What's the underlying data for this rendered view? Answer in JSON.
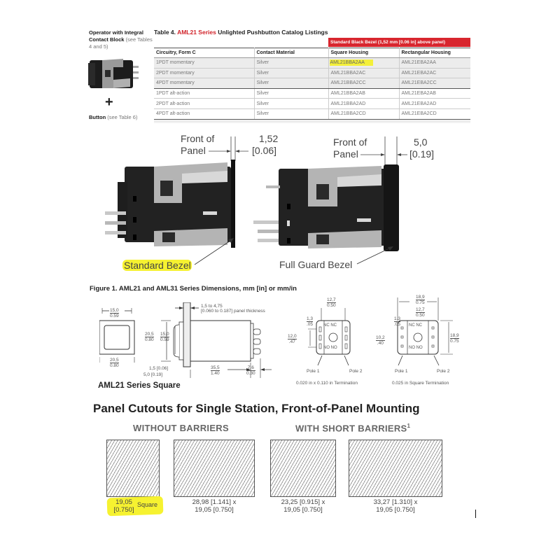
{
  "operator": {
    "title_bold": "Operator with Integral Contact Block",
    "title_light": " (see Tables 4 and 5)",
    "plus": "+",
    "button_bold": "Button",
    "button_light": " (see Table 6)"
  },
  "table": {
    "title_prefix": "Table 4. ",
    "title_series": "AML21 Series",
    "title_suffix": " Unlighted Pushbutton Catalog Listings",
    "group_header": "Standard Black Bezel (1,52 mm [0.06 in] above panel)",
    "columns": [
      "Circuitry, Form C",
      "Contact Material",
      "Square Housing",
      "Rectangular Housing"
    ],
    "rows": [
      [
        "1PDT momentary",
        "Silver",
        "AML21BBA2AA",
        "AML21EBA2AA"
      ],
      [
        "2PDT momentary",
        "Silver",
        "AML21BBA2AC",
        "AML21EBA2AC"
      ],
      [
        "4PDT momentary",
        "Silver",
        "AML21BBA2CC",
        "AML21EBA2CC"
      ],
      [
        "1PDT alt-action",
        "Silver",
        "AML21BBA2AB",
        "AML21EBA2AB"
      ],
      [
        "2PDT alt-action",
        "Silver",
        "AML21BBA2AD",
        "AML21EBA2AD"
      ],
      [
        "4PDT alt-action",
        "Silver",
        "AML21BBA2CD",
        "AML21EBA2CD"
      ]
    ],
    "highlighted_cell": "AML21BBA2AA",
    "accent_color": "#d8262e",
    "highlight_color": "#f4f03a"
  },
  "photos": {
    "left": {
      "front_label_1": "Front of",
      "front_label_2": "Panel",
      "dim_mm": "1,52",
      "dim_in": "[0.06]",
      "bezel_label": "Standard Bezel"
    },
    "right": {
      "front_label_1": "Front of",
      "front_label_2": "Panel",
      "dim_mm": "5,0",
      "dim_in": "[0.19]",
      "bezel_label": "Full Guard Bezel"
    }
  },
  "figure": {
    "title": "Figure 1. AML21 and AML31 Series Dimensions, mm [in] or mm/in",
    "series_label": "AML21 Series Square",
    "front_view": {
      "top_mm": "15,0",
      "top_in": "0.59",
      "bottom_mm": "20,5",
      "bottom_in": "0.80"
    },
    "side_view": {
      "panel_thickness": "1,5 to 4,75",
      "panel_thickness_in": "[0.060 to 0.187] panel thickness",
      "height_outer_mm": "20,5",
      "height_outer_in": "0.80",
      "height_inner_mm": "15,0",
      "height_inner_in": "0.59",
      "bezel_std": "1,5 [0.06]",
      "bezel_guard": "5,0 [0.19]",
      "body_mm": "35,5",
      "body_in": "1.40",
      "term_mm": "7,6",
      "term_in": "0.30"
    },
    "rear_view_1": {
      "width_mm": "12,7",
      "width_in": "0.50",
      "pitch_mm": "1,3",
      "pitch_in": ".05",
      "span_mm": "12,0",
      "span_in": ".47",
      "nc_label": "NC NC",
      "no_label": "NO NO",
      "pole1": "Pole 1",
      "pole2": "Pole 2",
      "caption": "0.020 in x 0.110 in Termination"
    },
    "rear_view_2": {
      "outer_mm": "18,9",
      "outer_in": "0.75",
      "width_mm": "12,7",
      "width_in": "0.50",
      "pitch_mm": "1,3",
      "pitch_in": ".05",
      "span_mm": "10,2",
      "span_in": ".40",
      "height_mm": "18,9",
      "height_in": "0.75",
      "nc_label": "NC NC",
      "no_label": "NO NO",
      "pole1": "Pole 1",
      "pole2": "Pole 2",
      "caption": "0.025 in Square Termination"
    }
  },
  "cutouts": {
    "title": "Panel Cutouts for Single Station, Front-of-Panel Mounting",
    "without_barriers": "WITHOUT BARRIERS",
    "with_barriers": "WITH SHORT BARRIERS",
    "with_barriers_sup": "1",
    "items": [
      {
        "line1": "19,05",
        "line2": "[0.750]",
        "extra": "Square"
      },
      {
        "line1": "28,98 [1.141] x",
        "line2": "19,05 [0.750]"
      },
      {
        "line1": "23,25 [0.915] x",
        "line2": "19,05 [0.750]"
      },
      {
        "line1": "33,27 [1.310] x",
        "line2": "19,05 [0.750]"
      }
    ]
  }
}
